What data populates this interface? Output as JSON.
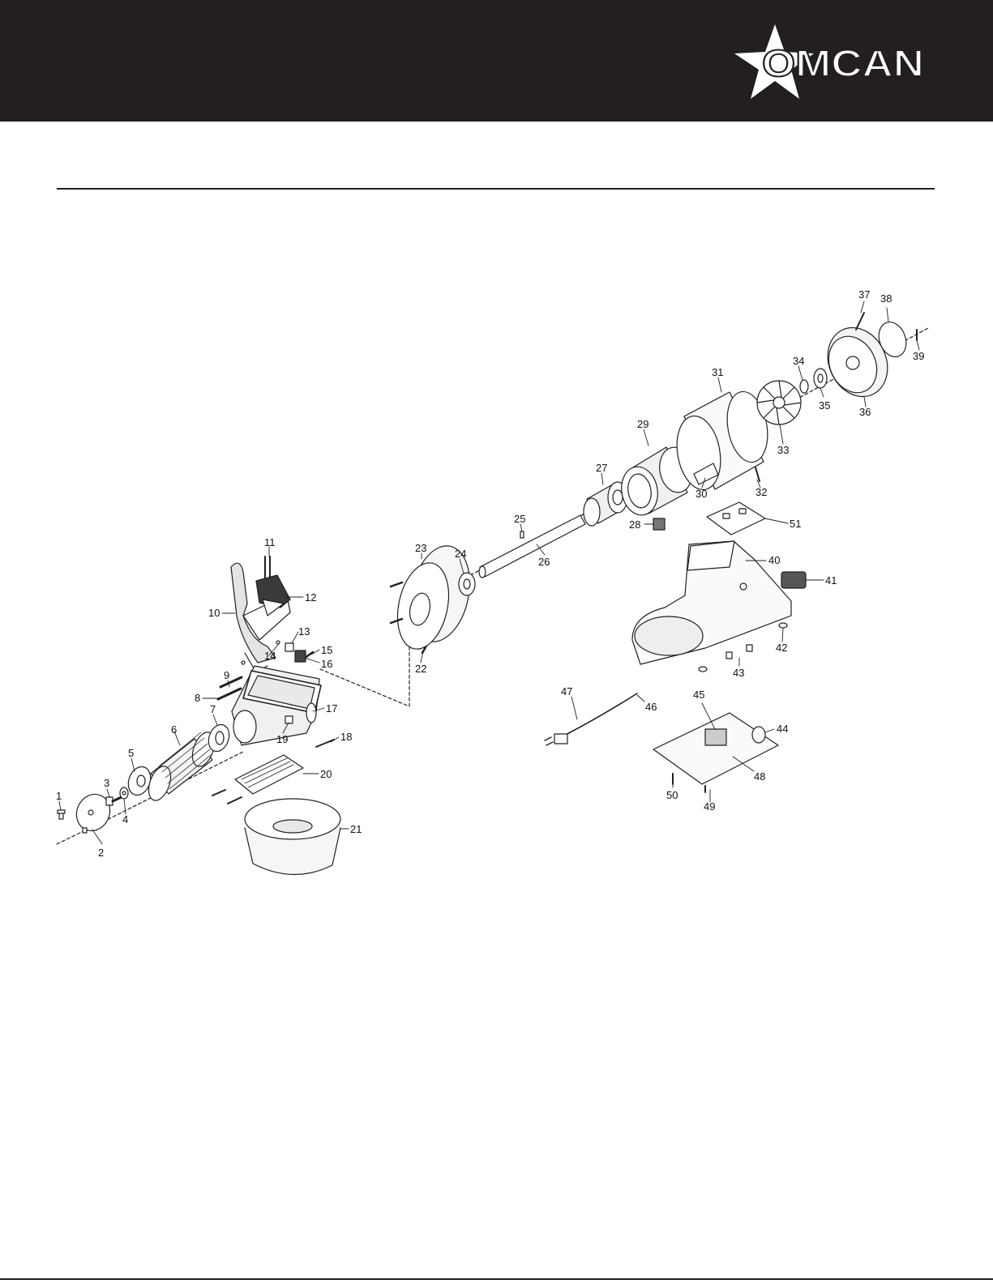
{
  "brand": {
    "name": "OMCAN"
  },
  "colors": {
    "header": "#231f20",
    "line": "#231f20",
    "part": "#ffffff",
    "shade": "#d8d8d8"
  },
  "diagram": {
    "callouts": [
      "1",
      "2",
      "3",
      "4",
      "5",
      "6",
      "7",
      "8",
      "9",
      "10",
      "11",
      "12",
      "13",
      "14",
      "15",
      "16",
      "17",
      "18",
      "19",
      "20",
      "21",
      "22",
      "23",
      "24",
      "25",
      "26",
      "27",
      "28",
      "29",
      "30",
      "31",
      "32",
      "33",
      "34",
      "35",
      "36",
      "37",
      "38",
      "39",
      "40",
      "41",
      "42",
      "43",
      "44",
      "45",
      "46",
      "47",
      "48",
      "49",
      "50",
      "51"
    ]
  }
}
